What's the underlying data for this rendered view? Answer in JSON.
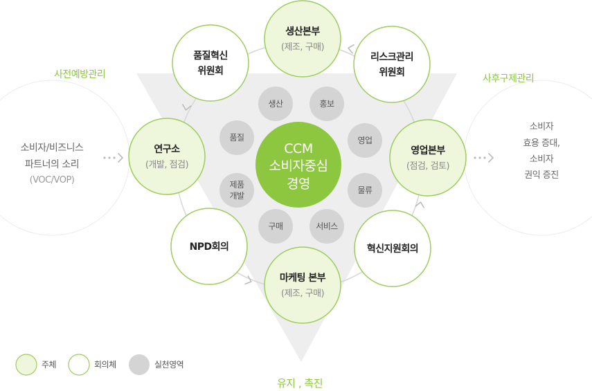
{
  "left_label": "사전예방관리",
  "right_label": "사후구제관리",
  "bottom_label": "유지 , 촉진",
  "left_circle": [
    "소비자/비즈니스",
    "파트너의 소리",
    "(VOC/VOP)"
  ],
  "right_circle": [
    "소비자",
    "효용 증대,",
    "소비자",
    "권익 증진"
  ],
  "center": [
    "CCM",
    "소비자중심",
    "경영"
  ],
  "nodes": [
    {
      "key": "production",
      "type": "subject",
      "title": [
        "생산본부"
      ],
      "sub": "(제조, 구매)"
    },
    {
      "key": "risk",
      "type": "committee",
      "title": [
        "리스크관리",
        "위원회"
      ],
      "sub": ""
    },
    {
      "key": "sales",
      "type": "subject",
      "title": [
        "영업본부"
      ],
      "sub": "(점검, 검토)"
    },
    {
      "key": "innovation-support",
      "type": "committee",
      "title": [
        "혁신지원회의"
      ],
      "sub": ""
    },
    {
      "key": "marketing",
      "type": "subject",
      "title": [
        "마케팅 본부"
      ],
      "sub": "(제조, 구매)"
    },
    {
      "key": "npd",
      "type": "committee",
      "title": [
        "NPD회의"
      ],
      "sub": ""
    },
    {
      "key": "research",
      "type": "subject",
      "title": [
        "연구소"
      ],
      "sub": "(개발, 점검)"
    },
    {
      "key": "quality-innovation",
      "type": "committee",
      "title": [
        "품질혁신",
        "위원회"
      ],
      "sub": ""
    }
  ],
  "practice_areas": [
    {
      "key": "production",
      "label": [
        "생산"
      ]
    },
    {
      "key": "pr",
      "label": [
        "홍보"
      ]
    },
    {
      "key": "sales",
      "label": [
        "영업"
      ]
    },
    {
      "key": "logistics",
      "label": [
        "물류"
      ]
    },
    {
      "key": "service",
      "label": [
        "서비스"
      ]
    },
    {
      "key": "purchase",
      "label": [
        "구매"
      ]
    },
    {
      "key": "product-dev",
      "label": [
        "제품",
        "개발"
      ]
    },
    {
      "key": "quality",
      "label": [
        "품질"
      ]
    }
  ],
  "legend": [
    {
      "key": "subject",
      "label": "주체"
    },
    {
      "key": "committee",
      "label": "회의체"
    },
    {
      "key": "practice",
      "label": "실천영역"
    }
  ],
  "colors": {
    "green": "#8dc63f",
    "subject_fill": "#eef7dc",
    "committee_border": "#9ccc5a",
    "gray": "#d4d4d4",
    "triangle": "#eeeeee",
    "ring": "#d6d6d6",
    "text_dark": "#222222",
    "text_gray": "#888888"
  }
}
